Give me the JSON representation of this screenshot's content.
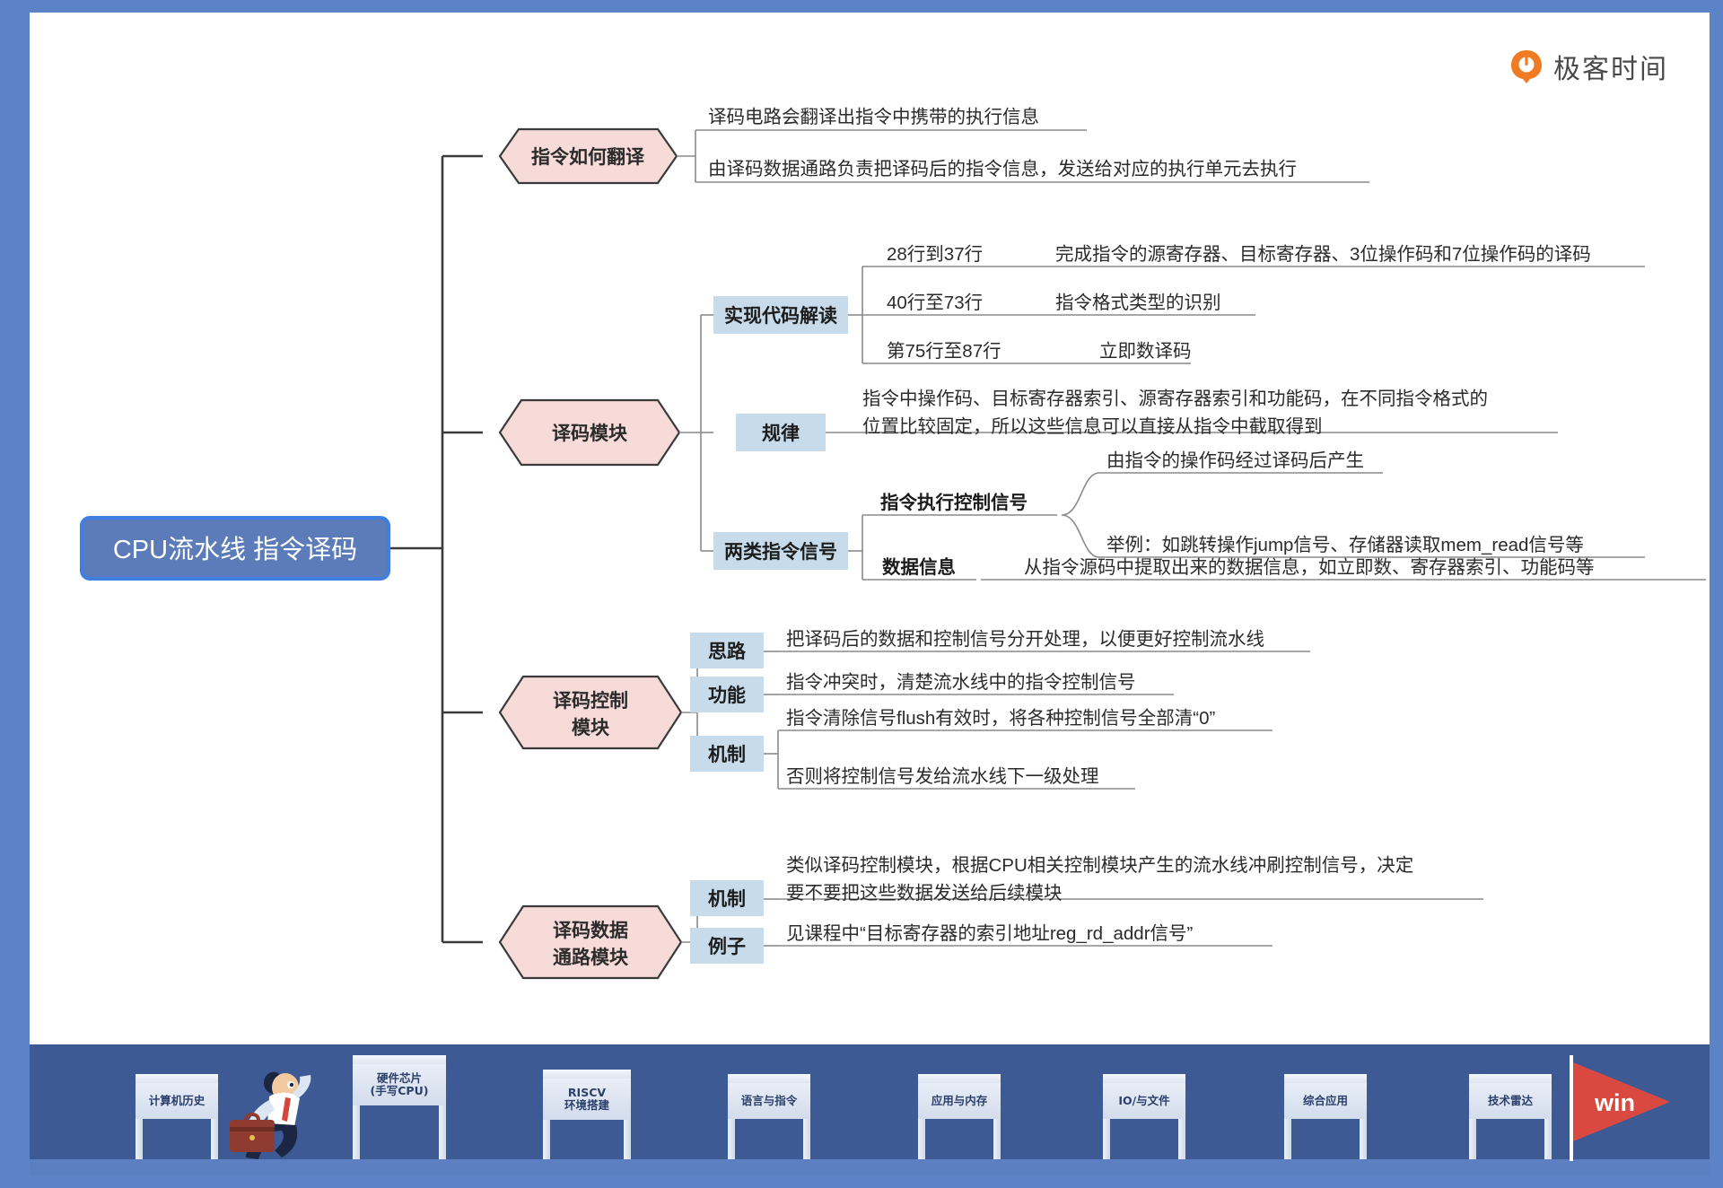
{
  "brand": {
    "name": "极客时间",
    "logo_icon": "geek-time-logo-icon",
    "accent": "#ef7c22"
  },
  "theme": {
    "frame_blue": "#5b83c6",
    "root_fill": "#5b7cb8",
    "root_border": "#3f7fe0",
    "hex_fill": "#f6dbd9",
    "hex_border": "#3b3b3b",
    "label_fill": "#c7dbea",
    "line": "#8a8a8a",
    "footer_bg": "#3d5a94",
    "flag_red": "#d9493f"
  },
  "root": {
    "title": "CPU流水线 指令译码"
  },
  "branches": [
    {
      "id": "branch-how-decode",
      "title": "指令如何翻译",
      "items": [
        {
          "text": "译码电路会翻译出指令中携带的执行信息"
        },
        {
          "text": "由译码数据通路负责把译码后的指令信息，发送给对应的执行单元去执行"
        }
      ]
    },
    {
      "id": "branch-decode-module",
      "title": "译码模块",
      "groups": [
        {
          "label": "实现代码解读",
          "rows": [
            {
              "key": "28行到37行",
              "desc": "完成指令的源寄存器、目标寄存器、3位操作码和7位操作码的译码"
            },
            {
              "key": "40行至73行",
              "desc": "指令格式类型的识别"
            },
            {
              "key": "第75行至87行",
              "desc": "立即数译码"
            }
          ]
        },
        {
          "label": "规律",
          "rows": [
            {
              "desc": "指令中操作码、目标寄存器索引、源寄存器索引和功能码，在不同指令格式的\n位置比较固定，所以这些信息可以直接从指令中截取得到"
            }
          ]
        },
        {
          "label": "两类指令信号",
          "subnodes": [
            {
              "title": "指令执行控制信号",
              "rows": [
                {
                  "desc": "由指令的操作码经过译码后产生"
                },
                {
                  "desc": "举例：如跳转操作jump信号、存储器读取mem_read信号等"
                }
              ]
            },
            {
              "title": "数据信息",
              "rows": [
                {
                  "desc": "从指令源码中提取出来的数据信息，如立即数、寄存器索引、功能码等"
                }
              ]
            }
          ]
        }
      ]
    },
    {
      "id": "branch-decode-control",
      "title": "译码控制\n模块",
      "groups": [
        {
          "label": "思路",
          "rows": [
            {
              "desc": "把译码后的数据和控制信号分开处理，以便更好控制流水线"
            }
          ]
        },
        {
          "label": "功能",
          "rows": [
            {
              "desc": "指令冲突时，清楚流水线中的指令控制信号"
            }
          ]
        },
        {
          "label": "机制",
          "rows": [
            {
              "desc": "指令清除信号flush有效时，将各种控制信号全部清“0”"
            },
            {
              "desc": "否则将控制信号发给流水线下一级处理"
            }
          ]
        }
      ]
    },
    {
      "id": "branch-decode-datapath",
      "title": "译码数据\n通路模块",
      "groups": [
        {
          "label": "机制",
          "rows": [
            {
              "desc": "类似译码控制模块，根据CPU相关控制模块产生的流水线冲刷控制信号，决定\n要不要把这些数据发送给后续模块"
            }
          ]
        },
        {
          "label": "例子",
          "rows": [
            {
              "desc": "见课程中“目标寄存器的索引地址reg_rd_addr信号”"
            }
          ]
        }
      ]
    }
  ],
  "footer": {
    "hurdles": [
      {
        "label": "计算机历史"
      },
      {
        "label": "硬件芯片\n(手写CPU)"
      },
      {
        "label": "RISCV\n环境搭建"
      },
      {
        "label": "语言与指令"
      },
      {
        "label": "应用与内存"
      },
      {
        "label": "IO/与文件"
      },
      {
        "label": "综合应用"
      },
      {
        "label": "技术雷达"
      }
    ],
    "goal": {
      "label": "win"
    },
    "runner_icon": "running-businessman-icon"
  }
}
